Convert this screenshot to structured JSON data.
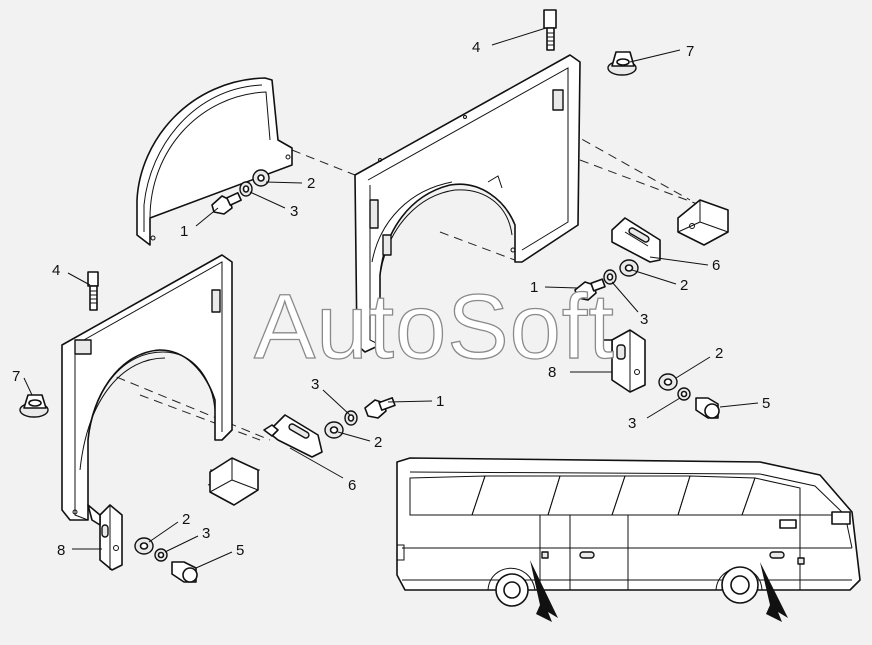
{
  "watermark": "AutoSoft",
  "callouts": [
    {
      "id": "c4a",
      "text": "4"
    },
    {
      "id": "c7a",
      "text": "7"
    },
    {
      "id": "c2a",
      "text": "2"
    },
    {
      "id": "c3a",
      "text": "3"
    },
    {
      "id": "c1a",
      "text": "1"
    },
    {
      "id": "c6a",
      "text": "6"
    },
    {
      "id": "c1b",
      "text": "1"
    },
    {
      "id": "c2b",
      "text": "2"
    },
    {
      "id": "c3b",
      "text": "3"
    },
    {
      "id": "c8a",
      "text": "8"
    },
    {
      "id": "c2c",
      "text": "2"
    },
    {
      "id": "c5a",
      "text": "5"
    },
    {
      "id": "c3c",
      "text": "3"
    },
    {
      "id": "c4b",
      "text": "4"
    },
    {
      "id": "c7b",
      "text": "7"
    },
    {
      "id": "c3d",
      "text": "3"
    },
    {
      "id": "c1c",
      "text": "1"
    },
    {
      "id": "c2d",
      "text": "2"
    },
    {
      "id": "c6b",
      "text": "6"
    },
    {
      "id": "c8b",
      "text": "8"
    },
    {
      "id": "c2e",
      "text": "2"
    },
    {
      "id": "c3e",
      "text": "3"
    },
    {
      "id": "c5b",
      "text": "5"
    }
  ]
}
